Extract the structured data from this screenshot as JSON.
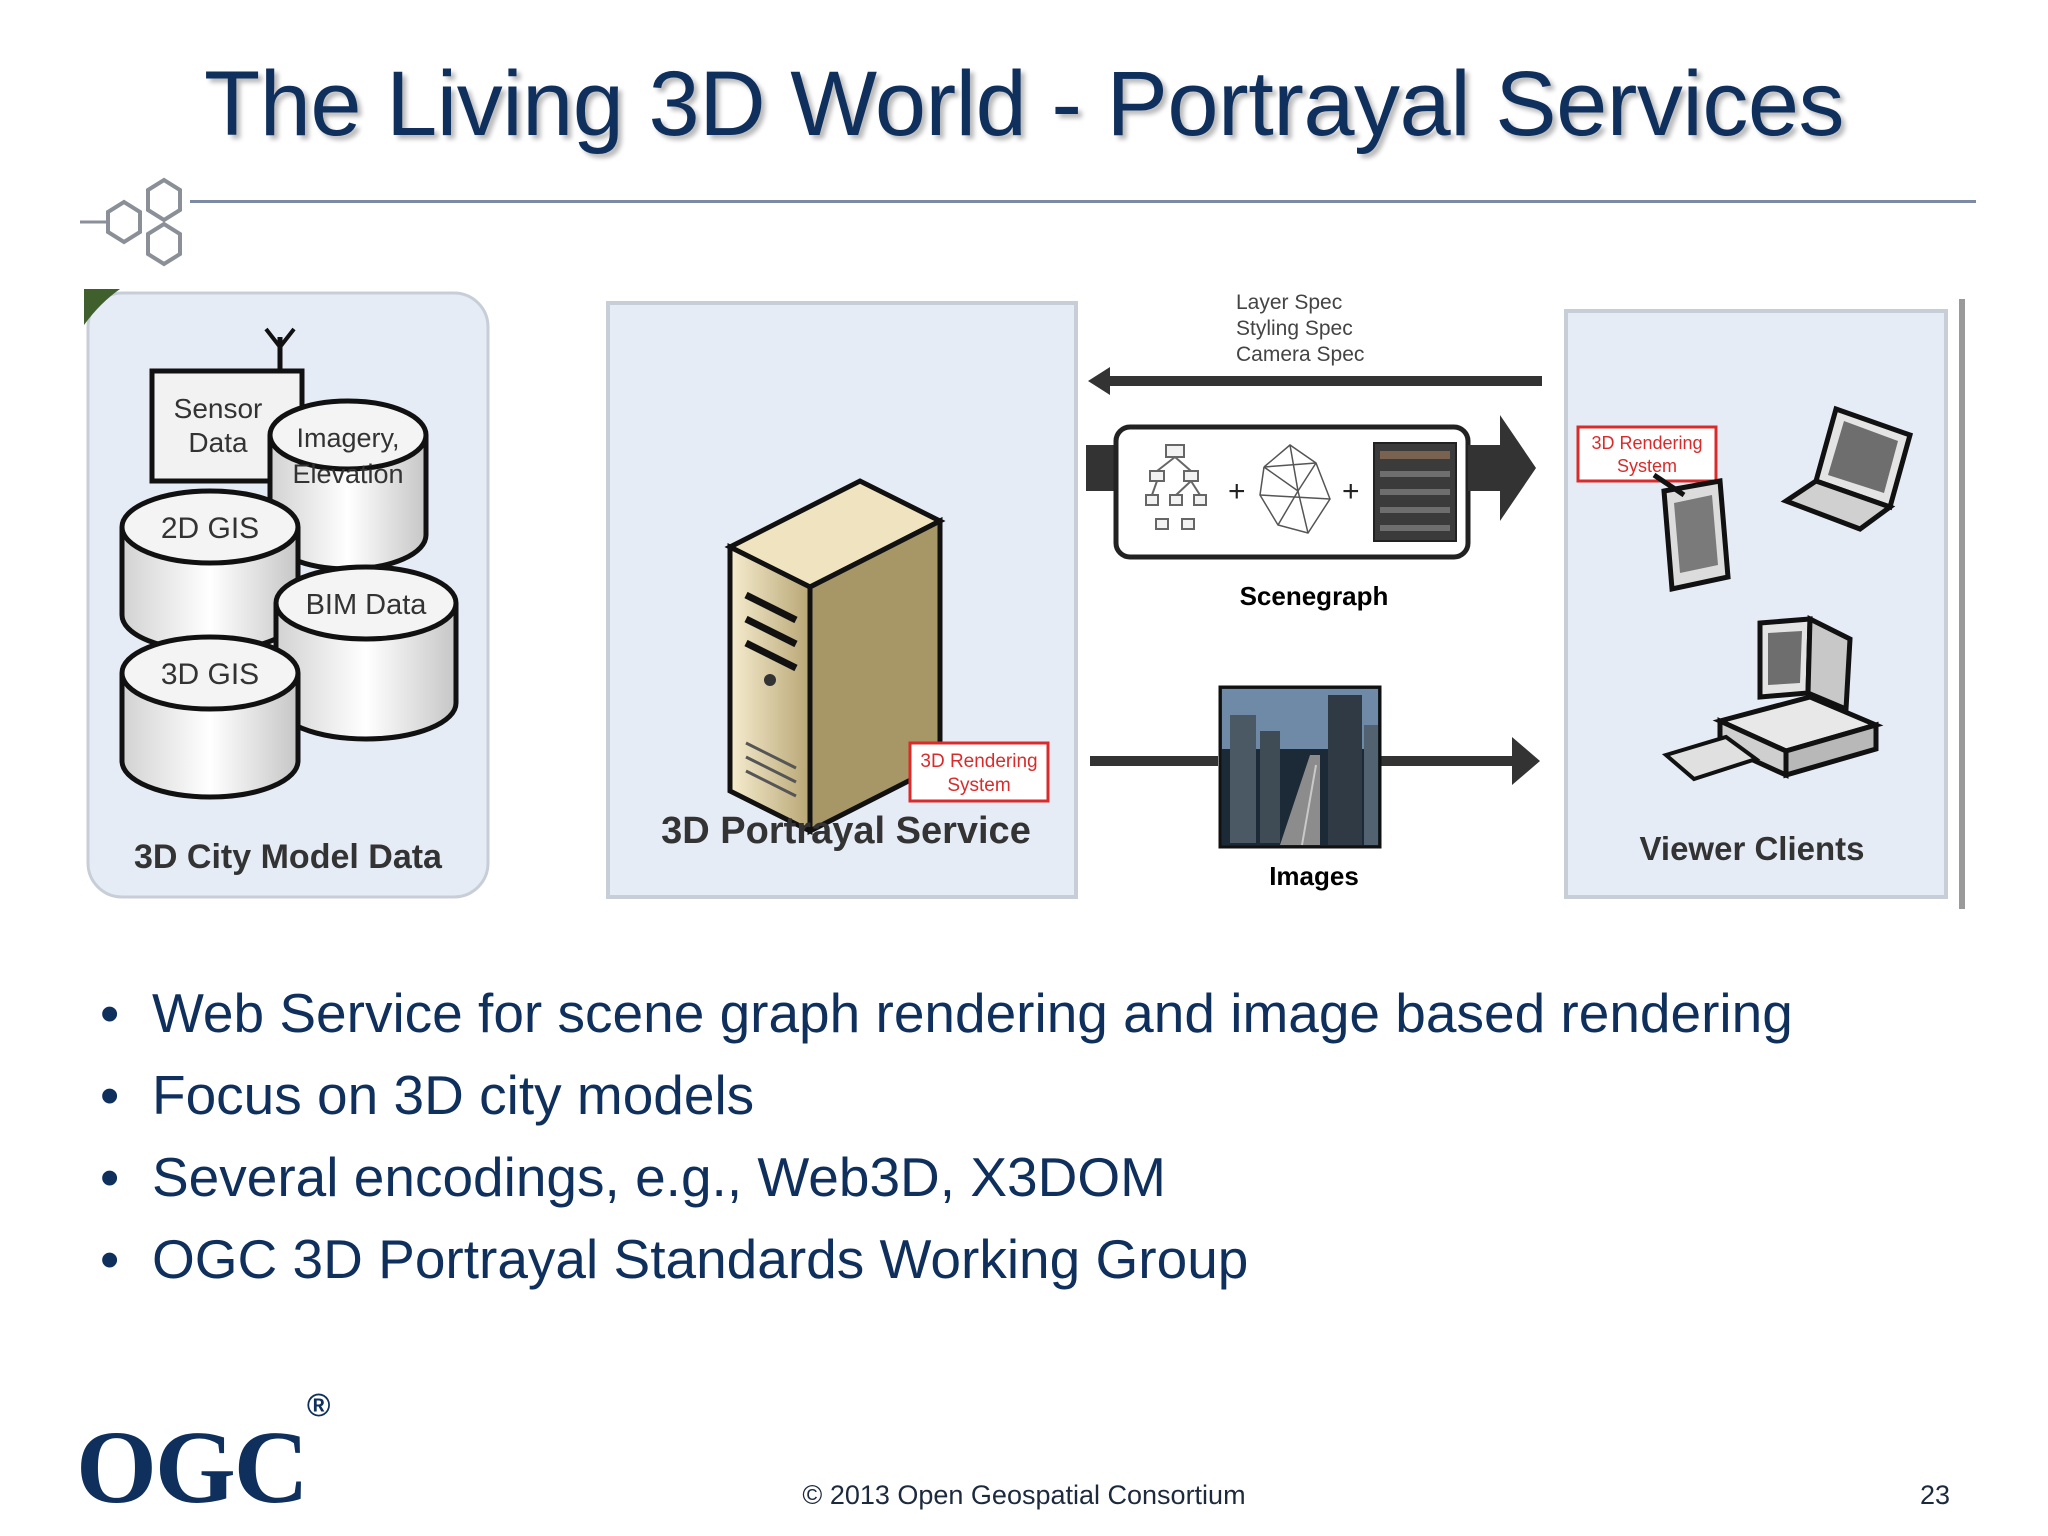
{
  "slide": {
    "title": "The Living 3D World - Portrayal Services",
    "page_number": "23",
    "footer": "© 2013 Open Geospatial Consortium",
    "logo": "OGC",
    "logo_mark": "®"
  },
  "diagram": {
    "city_model_label": "3D City Model Data",
    "data_sources": [
      "Sensor Data",
      "Imagery, Elevation",
      "2D GIS",
      "BIM Data",
      "3D GIS"
    ],
    "sensor_lines": [
      "Sensor",
      "Data"
    ],
    "imagery_lines": [
      "Imagery,",
      "Elevation"
    ],
    "gis2d": "2D GIS",
    "bim": "BIM Data",
    "gis3d": "3D GIS",
    "service_label": "3D Portrayal Service",
    "rendering_lines": [
      "3D Rendering",
      "System"
    ],
    "request_lines": [
      "Layer Spec",
      "Styling Spec",
      "Camera Spec"
    ],
    "scenegraph_label": "Scenegraph",
    "images_label": "Images",
    "clients_label": "Viewer Clients"
  },
  "bullets": [
    "Web Service for scene graph rendering and image based rendering",
    "Focus on 3D city models",
    "Several encodings, e.g., Web3D, X3DOM",
    "OGC 3D Portrayal Standards Working Group"
  ],
  "colors": {
    "title": "#0f2f5c",
    "panel_fill": "#e6ecf6",
    "rendering_box": "#d92b2b"
  }
}
